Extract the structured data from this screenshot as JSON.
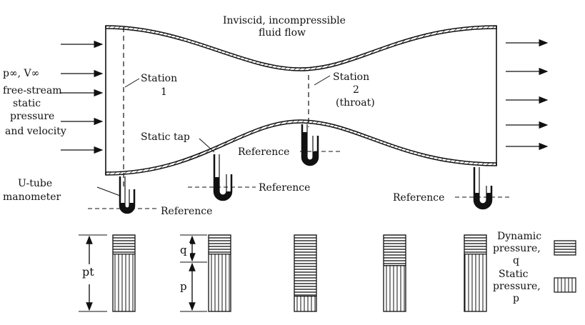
{
  "flow_title_line1": "Inviscid, incompressible",
  "flow_title_line2": "fluid flow",
  "freestream_symbols": "p∞, V∞",
  "freestream_desc": [
    "free-stream",
    "static",
    "pressure",
    "and velocity"
  ],
  "station1": [
    "Station",
    "1"
  ],
  "station2": [
    "Station",
    "2",
    "(throat)"
  ],
  "static_tap": "Static tap",
  "utube": [
    "U-tube",
    "manometer"
  ],
  "reference": "Reference",
  "bar_labels": {
    "pt": "pt",
    "q": "q",
    "p": "p"
  },
  "legend": {
    "dynamic": [
      "Dynamic",
      "pressure,",
      "q"
    ],
    "static": [
      "Static",
      "pressure,",
      "p"
    ]
  },
  "pressure_bars": [
    {
      "dynamic_fraction": 0.25,
      "static_fraction": 0.75
    },
    {
      "dynamic_fraction": 0.25,
      "static_fraction": 0.75
    },
    {
      "dynamic_fraction": 0.8,
      "static_fraction": 0.2
    },
    {
      "dynamic_fraction": 0.4,
      "static_fraction": 0.6
    },
    {
      "dynamic_fraction": 0.25,
      "static_fraction": 0.75
    }
  ]
}
